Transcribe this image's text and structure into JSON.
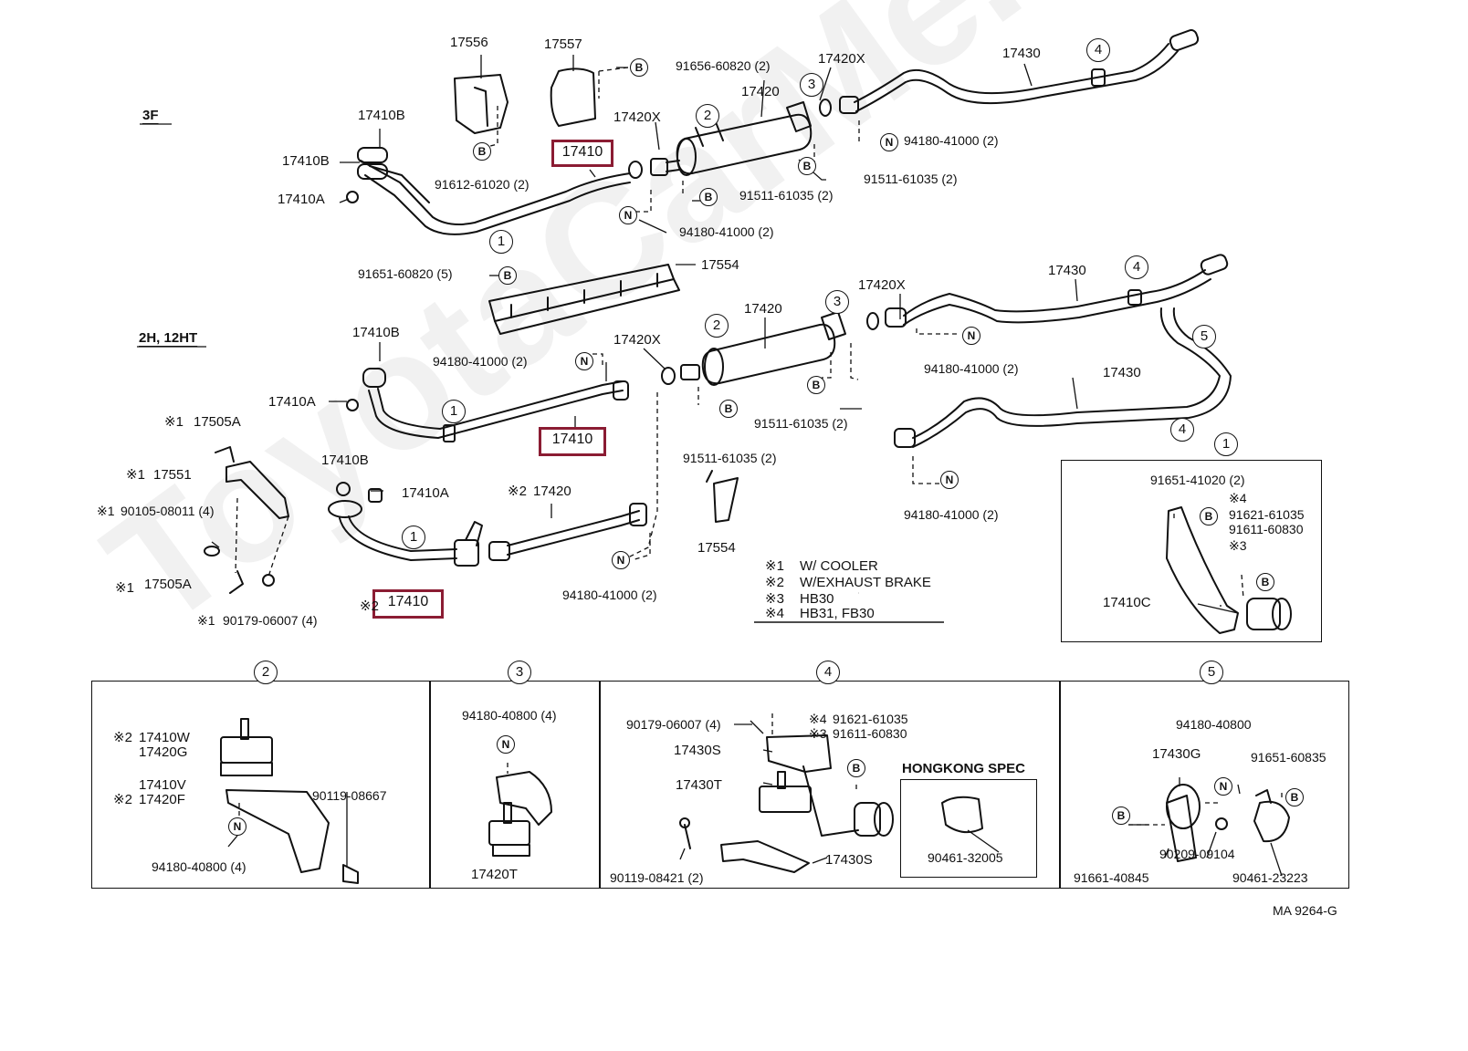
{
  "watermark": "ToyotaCarMe.ru",
  "sections": {
    "s3f": "3F",
    "s2h": "2H, 12HT"
  },
  "highlighted": {
    "h1": "17410",
    "h2": "17410",
    "h3": "17410"
  },
  "bubbles": {
    "B": "B",
    "N": "N"
  },
  "circled": {
    "c1": "1",
    "c2": "2",
    "c3": "3",
    "c4": "4",
    "c5": "5"
  },
  "labels": {
    "p17556": "17556",
    "p17557": "17557",
    "p91656": "91656-60820 (2)",
    "p17420x_a": "17420X",
    "p17430_a": "17430",
    "p17410b_a": "17410B",
    "p17410b_b": "17410B",
    "p17420_a": "17420",
    "p17420x_b": "17420X",
    "p94180_a": "94180-41000 (2)",
    "p91612": "91612-61020 (2)",
    "p91511_a": "91511-61035 (2)",
    "p91511_b": "91511-61035 (2)",
    "p17410a_a": "17410A",
    "p94180_b": "94180-41000 (2)",
    "p91651_a": "91651-60820 (5)",
    "p17554_a": "17554",
    "p17420x_c": "17420X",
    "p17430_b": "17430",
    "p17410b_c": "17410B",
    "p17420_b": "17420",
    "p17420x_d": "17420X",
    "p94180_c": "94180-41000 (2)",
    "p94180_d": "94180-41000 (2)",
    "p17430_c": "17430",
    "p17410a_b": "17410A",
    "p17505a_a": "17505A",
    "p91511_c": "91511-61035 (2)",
    "p91511_d": "91511-61035 (2)",
    "p17551": "17551",
    "p17410b_d": "17410B",
    "p17410a_c": "17410A",
    "p17420_c": "17420",
    "p94180_e": "94180-41000 (2)",
    "p91651_b": "91651-41020 (2)",
    "p91621_a": "91621-61035",
    "p91611_a": "91611-60830",
    "p90105": "90105-08011 (4)",
    "p17554_b": "17554",
    "p17505a_b": "17505A",
    "p94180_f": "94180-41000 (2)",
    "p90179_a": "90179-06007 (4)",
    "p17410c": "17410C",
    "p17410w": "17410W",
    "p17420g": "17420G",
    "p17410v": "17410V",
    "p17420f": "17420F",
    "p90119_a": "90119-08667",
    "p94180_g": "94180-40800 (4)",
    "p94180_h": "94180-40800 (4)",
    "p17420t": "17420T",
    "p90179_b": "90179-06007 (4)",
    "p91621_b": "91621-61035",
    "p91611_b": "91611-60830",
    "p17430s_a": "17430S",
    "p17430t": "17430T",
    "p17430s_b": "17430S",
    "p90119_b": "90119-08421 (2)",
    "hongkong": "HONGKONG SPEC",
    "p90461_a": "90461-32005",
    "p94180_i": "94180-40800",
    "p17430g": "17430G",
    "p91651_c": "91651-60835",
    "p90209": "90209-09104",
    "p91661": "91661-40845",
    "p90461_b": "90461-23223",
    "code": "MA 9264-G"
  },
  "marks": {
    "m1a": "※1",
    "m1b": "※1",
    "m1c": "※1",
    "m1d": "※1",
    "m1e": "※1",
    "m2a": "※2",
    "m2b": "※2",
    "m2c": "※2",
    "m2d": "※2",
    "m3a": "※3",
    "m3b": "※3",
    "m4a": "※4",
    "m4b": "※4"
  },
  "legend": {
    "k1": "※1",
    "v1": "W/  COOLER",
    "k2": "※2",
    "v2": "W/EXHAUST BRAKE",
    "k3": "※3",
    "v3": "HB30",
    "k4": "※4",
    "v4": "HB31, FB30"
  }
}
